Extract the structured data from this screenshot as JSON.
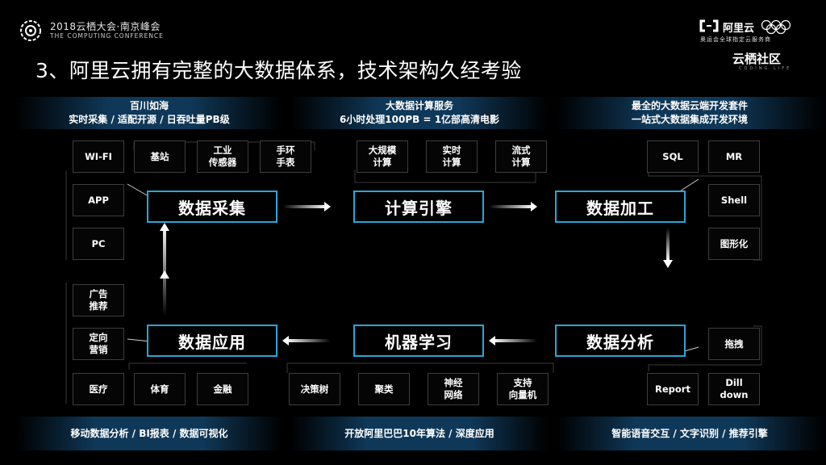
{
  "header": {
    "conference_title": "2018云栖大会·南京峰会",
    "conference_subtitle": "THE COMPUTING CONFERENCE",
    "brand": "阿里云",
    "brand_tagline": "奥运会全球指定云服务商",
    "community": "云栖社区",
    "community_sub": "CODING LIFE"
  },
  "slide": {
    "title": "3、阿里云拥有完整的大数据体系，技术架构久经考验"
  },
  "bands": {
    "top_left": [
      "百川如海",
      "实时采集 / 适配开源 / 日吞吐量PB级"
    ],
    "top_center": [
      "大数据计算服务",
      "6小时处理100PB = 1亿部高清电影"
    ],
    "top_right": [
      "最全的大数据云端开发套件",
      "一站式大数据集成开发环境"
    ],
    "bottom_left": "移动数据分析 / BI报表 / 数据可视化",
    "bottom_center": "开放阿里巴巴10年算法 / 深度应用",
    "bottom_right": "智能语音交互 / 文字识别 / 推荐引擎"
  },
  "main_nodes": {
    "collect": "数据采集",
    "compute": "计算引擎",
    "process": "数据加工",
    "apply": "数据应用",
    "ml": "机器学习",
    "analyze": "数据分析"
  },
  "items": {
    "wifi": [
      "WI-FI"
    ],
    "base_station": [
      "基站"
    ],
    "industrial_sensor": [
      "工业",
      "传感器"
    ],
    "wristband": [
      "手环",
      "手表"
    ],
    "app": [
      "APP"
    ],
    "pc": [
      "PC"
    ],
    "large_scale": [
      "大规模",
      "计算"
    ],
    "realtime": [
      "实时",
      "计算"
    ],
    "stream": [
      "流式",
      "计算"
    ],
    "sql": [
      "SQL"
    ],
    "mr": [
      "MR"
    ],
    "shell": [
      "Shell"
    ],
    "graphical": [
      "图形化"
    ],
    "ad_recommend": [
      "广告",
      "推荐"
    ],
    "targeted_marketing": [
      "定向",
      "营销"
    ],
    "medical": [
      "医疗"
    ],
    "sports": [
      "体育"
    ],
    "finance": [
      "金融"
    ],
    "decision_tree": [
      "决策树"
    ],
    "clustering": [
      "聚类"
    ],
    "neural_network": [
      "神经",
      "网络"
    ],
    "svm": [
      "支持",
      "向量机"
    ],
    "drag": [
      "拖拽"
    ],
    "report": [
      "Report"
    ],
    "drill_down": [
      "Dill",
      "down"
    ]
  }
}
